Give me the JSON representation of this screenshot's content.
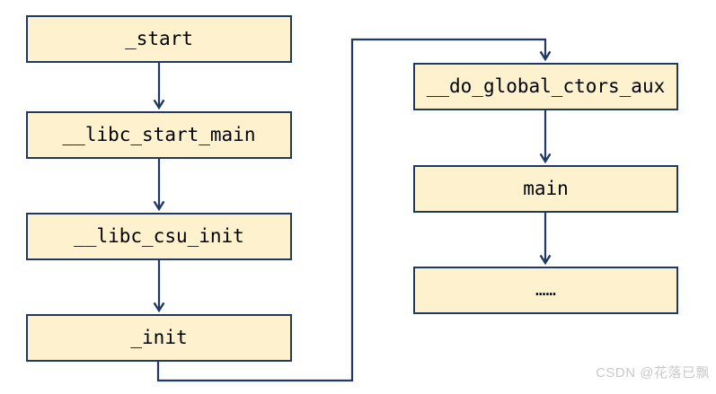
{
  "diagram": {
    "nodes": [
      {
        "id": "start",
        "label": "_start"
      },
      {
        "id": "libc_start_main",
        "label": "__libc_start_main"
      },
      {
        "id": "libc_csu_init",
        "label": "__libc_csu_init"
      },
      {
        "id": "init",
        "label": "_init"
      },
      {
        "id": "do_global_ctors_aux",
        "label": "__do_global_ctors_aux"
      },
      {
        "id": "main",
        "label": "main"
      },
      {
        "id": "ellipsis",
        "label": "……"
      }
    ],
    "edges": [
      {
        "from": "_start",
        "to": "__libc_start_main",
        "style": "straight-down"
      },
      {
        "from": "__libc_start_main",
        "to": "__libc_csu_init",
        "style": "straight-down"
      },
      {
        "from": "__libc_csu_init",
        "to": "_init",
        "style": "straight-down"
      },
      {
        "from": "_init",
        "to": "__do_global_ctors_aux",
        "style": "elbow-down-right-up-right-down"
      },
      {
        "from": "__do_global_ctors_aux",
        "to": "main",
        "style": "straight-down"
      },
      {
        "from": "main",
        "to": "……",
        "style": "straight-down"
      }
    ],
    "colors": {
      "node_fill": "#FDF2CD",
      "node_border": "#1F3864",
      "arrow": "#1F3864",
      "background": "#FFFFFF",
      "watermark_text": "#C9C9C9"
    }
  },
  "watermark": {
    "text": "CSDN @花落已飘"
  }
}
